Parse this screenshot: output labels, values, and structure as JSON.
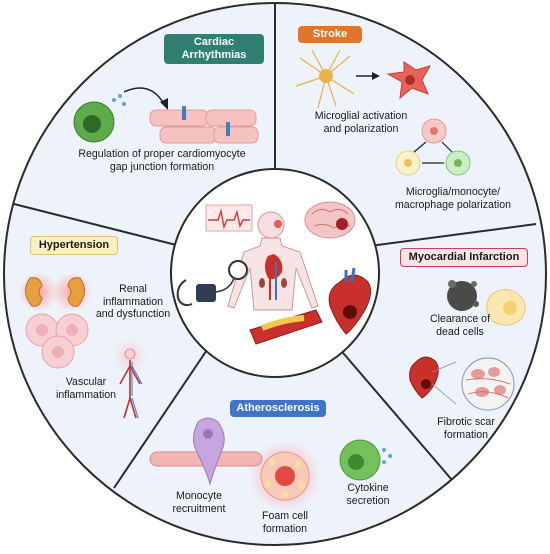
{
  "sections": {
    "cardiac": {
      "title": [
        "Cardiac",
        "Arrhythmias"
      ],
      "caption": [
        "Regulation of proper cardiomyocyte",
        "gap junction formation"
      ]
    },
    "stroke": {
      "title": "Stroke",
      "caption1": [
        "Microglial activation",
        "and polarization"
      ],
      "caption2": [
        "Microglia/monocyte/",
        "macrophage polarization"
      ]
    },
    "hypertension": {
      "title": "Hypertension",
      "caption1": [
        "Renal",
        "inflammation",
        "and dysfunction"
      ],
      "caption2": [
        "Vascular",
        "inflammation"
      ]
    },
    "mi": {
      "title": "Myocardial Infarction",
      "caption1": [
        "Clearance of",
        "dead cells"
      ],
      "caption2": [
        "Fibrotic scar",
        "formation"
      ]
    },
    "athero": {
      "title": "Atherosclerosis",
      "caption1": [
        "Monocyte",
        "recruitment"
      ],
      "caption2": [
        "Foam cell",
        "formation"
      ],
      "caption3": [
        "Cytokine",
        "secretion"
      ]
    }
  },
  "colors": {
    "panel_fill": "#eef3fb",
    "border": "#2b2b2b",
    "cardiac_tag": "#2f7f73",
    "stroke_tag": "#e0762c",
    "hypertension_tag": "#fbf0c0",
    "mi_tag": "#fbe3e6",
    "athero_tag": "#3f74c9"
  }
}
